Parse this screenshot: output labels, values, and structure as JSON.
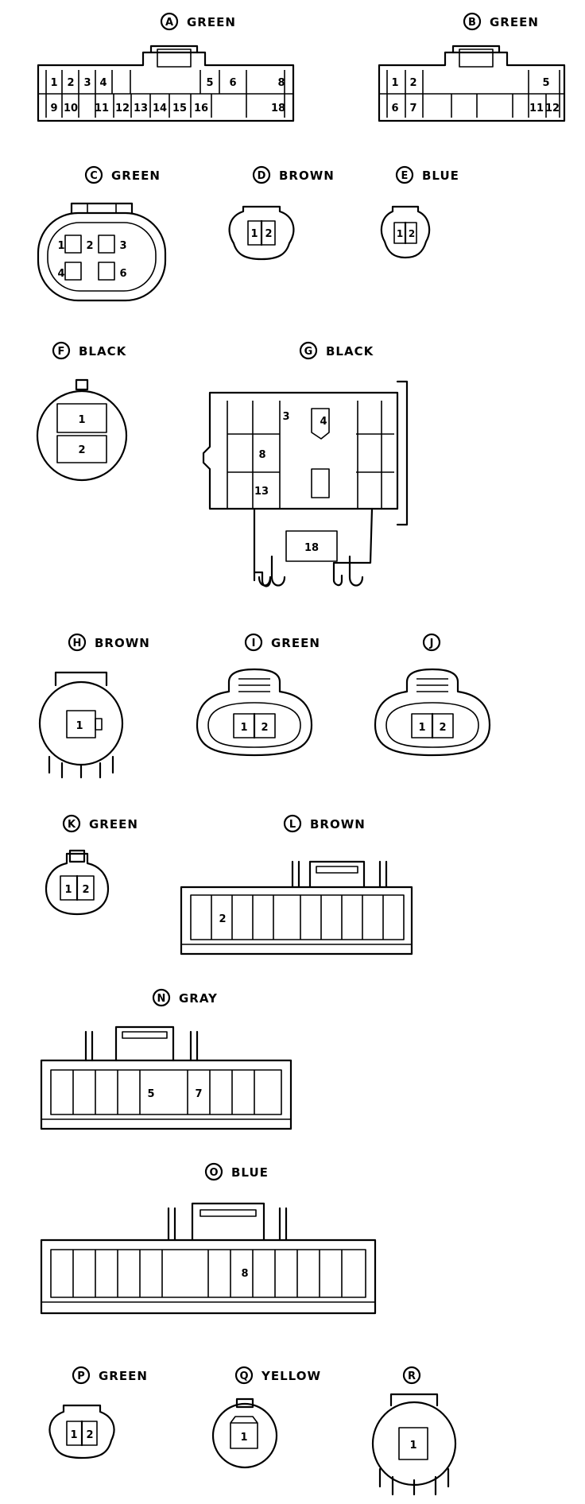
{
  "connectors": {
    "A": {
      "letter": "A",
      "color": "GREEN",
      "pins": {
        "p1": "1",
        "p2": "2",
        "p3": "3",
        "p4": "4",
        "p5": "5",
        "p6": "6",
        "p8": "8",
        "p9": "9",
        "p10": "10",
        "p11": "11",
        "p12": "12",
        "p13": "13",
        "p14": "14",
        "p15": "15",
        "p16": "16",
        "p18": "18"
      }
    },
    "B": {
      "letter": "B",
      "color": "GREEN",
      "pins": {
        "p1": "1",
        "p2": "2",
        "p5": "5",
        "p6": "6",
        "p7": "7",
        "p11": "11",
        "p12": "12"
      }
    },
    "C": {
      "letter": "C",
      "color": "GREEN",
      "pins": {
        "p1": "1",
        "p2": "2",
        "p3": "3",
        "p4": "4",
        "p6": "6"
      }
    },
    "D": {
      "letter": "D",
      "color": "BROWN",
      "pins": {
        "p1": "1",
        "p2": "2"
      }
    },
    "E": {
      "letter": "E",
      "color": "BLUE",
      "pins": {
        "p1": "1",
        "p2": "2"
      }
    },
    "F": {
      "letter": "F",
      "color": "BLACK",
      "pins": {
        "p1": "1",
        "p2": "2"
      }
    },
    "G": {
      "letter": "G",
      "color": "BLACK",
      "pins": {
        "p3": "3",
        "p4": "4",
        "p8": "8",
        "p13": "13",
        "p18": "18"
      }
    },
    "H": {
      "letter": "H",
      "color": "BROWN",
      "pins": {
        "p1": "1"
      }
    },
    "I": {
      "letter": "I",
      "color": "GREEN",
      "pins": {
        "p1": "1",
        "p2": "2"
      }
    },
    "J": {
      "letter": "J",
      "color": "",
      "pins": {
        "p1": "1",
        "p2": "2"
      }
    },
    "K": {
      "letter": "K",
      "color": "GREEN",
      "pins": {
        "p1": "1",
        "p2": "2"
      }
    },
    "L": {
      "letter": "L",
      "color": "BROWN",
      "pins": {
        "p2": "2"
      }
    },
    "N": {
      "letter": "N",
      "color": "GRAY",
      "pins": {
        "p5": "5",
        "p7": "7"
      }
    },
    "O": {
      "letter": "O",
      "color": "BLUE",
      "pins": {
        "p8": "8"
      }
    },
    "P": {
      "letter": "P",
      "color": "GREEN",
      "pins": {
        "p1": "1",
        "p2": "2"
      }
    },
    "Q": {
      "letter": "Q",
      "color": "YELLOW",
      "pins": {
        "p1": "1"
      }
    },
    "R": {
      "letter": "R",
      "color": "",
      "pins": {
        "p1": "1"
      }
    }
  }
}
